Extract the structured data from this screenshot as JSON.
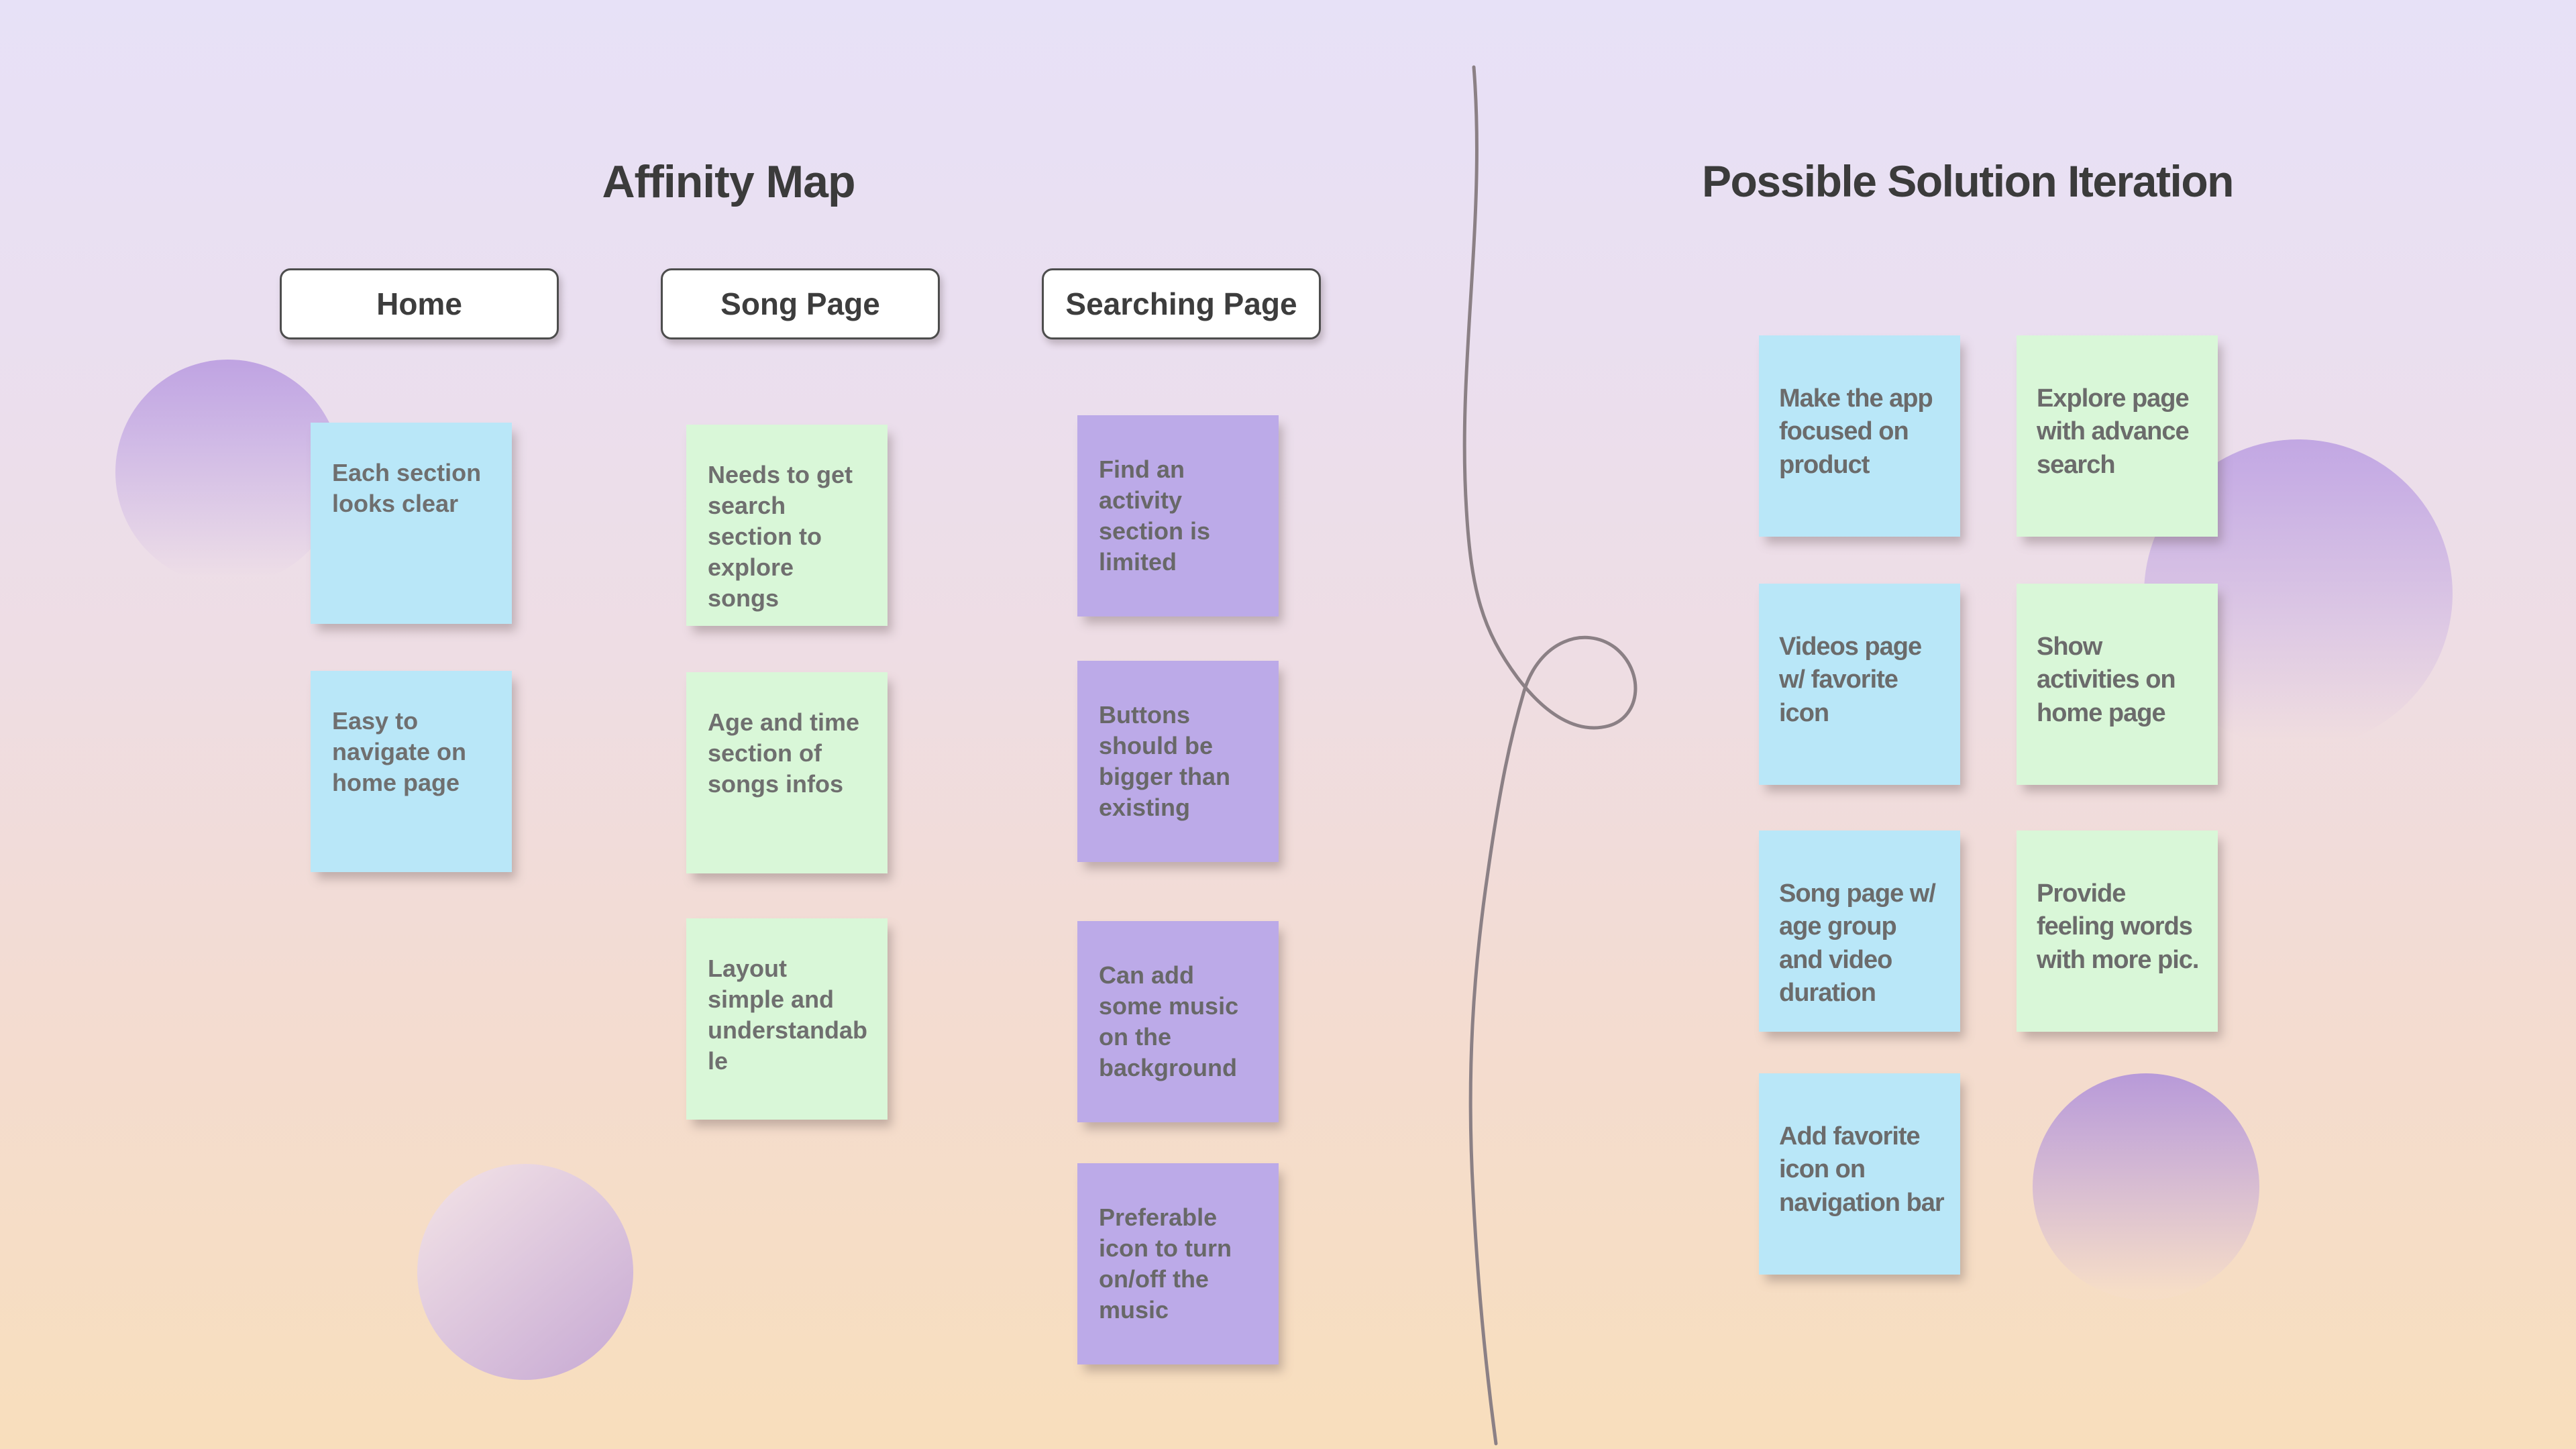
{
  "affinity": {
    "title": "Affinity Map",
    "columns": [
      {
        "header": "Home",
        "note_color": "#B9E7F8",
        "notes": [
          "Each section looks clear",
          "Easy to navigate on home page"
        ]
      },
      {
        "header": "Song Page",
        "note_color": "#D9F7D8",
        "notes": [
          "Needs to get search section to explore songs",
          "Age and time section of songs infos",
          "Layout simple and understandable"
        ]
      },
      {
        "header": "Searching Page",
        "note_color": "#BCAAE8",
        "notes": [
          "Find an activity section is limited",
          "Buttons should be bigger than existing",
          "Can add some music on the background",
          "Preferable icon to turn on/off the music"
        ]
      }
    ]
  },
  "solution": {
    "title": "Possible Solution Iteration",
    "notes": [
      {
        "text": "Make the app focused on product",
        "color": "#B9E7F8"
      },
      {
        "text": "Explore page with advance search",
        "color": "#D9F7D8"
      },
      {
        "text": "Videos page w/ favorite icon",
        "color": "#B9E7F8"
      },
      {
        "text": "Show activities on home page",
        "color": "#D9F7D8"
      },
      {
        "text": "Song page w/ age group and video duration",
        "color": "#B9E7F8"
      },
      {
        "text": "Provide feeling words with more pic.",
        "color": "#D9F7D8"
      },
      {
        "text": "Add favorite icon on navigation bar",
        "color": "#B9E7F8"
      }
    ]
  },
  "colors": {
    "background_top": "#E7E1F7",
    "background_bottom": "#F8DEBC",
    "note_blue": "#B9E7F8",
    "note_green": "#D9F7D8",
    "note_purple": "#BCAAE8",
    "note_text": "#6F6F6F",
    "title_text": "#3B3B3B",
    "header_background": "#FFFFFF",
    "header_border": "#4D4D4D",
    "divider_line": "#8B8085",
    "decor_circle_purple": "#BFA3E2",
    "decor_circle_pink": "#F2E2E6"
  }
}
